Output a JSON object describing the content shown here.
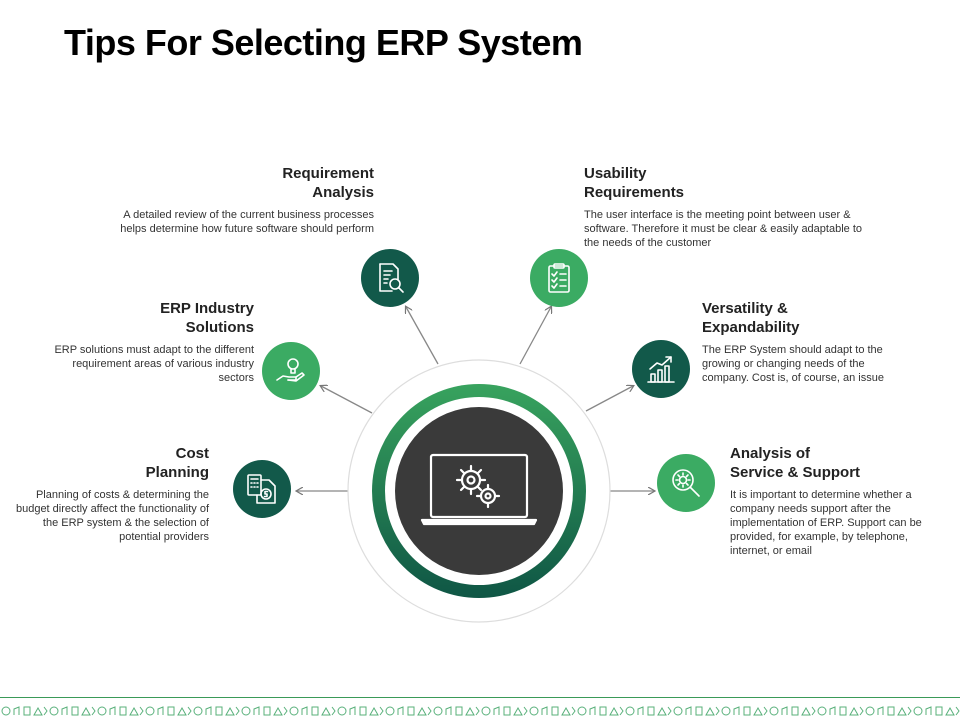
{
  "slide": {
    "title": "Tips For Selecting ERP System"
  },
  "colors": {
    "dark_green": "#12594a",
    "light_green": "#3bab63",
    "center_dark": "#3a3a3a"
  },
  "center": {
    "icon": "laptop-gears-icon"
  },
  "items": [
    {
      "title_line1": "Requirement",
      "title_line2": "Analysis",
      "description": "A detailed review of the current business processes helps determine how future software should perform",
      "icon": "document-search-icon"
    },
    {
      "title_line1": "Usability",
      "title_line2": "Requirements",
      "description": "The user interface is the meeting point between user & software. Therefore it must be clear & easily adaptable to the needs of the customer",
      "icon": "clipboard-checklist-icon"
    },
    {
      "title_line1": "ERP Industry",
      "title_line2": "Solutions",
      "description": "ERP solutions must adapt to the different requirement areas of various industry sectors",
      "icon": "hand-lightbulb-icon"
    },
    {
      "title_line1": "Versatility &",
      "title_line2": "Expandability",
      "description": "The ERP System should adapt to the growing or changing needs of the company. Cost is, of course, an issue",
      "icon": "growth-chart-icon"
    },
    {
      "title_line1": "Cost",
      "title_line2": "Planning",
      "description": "Planning of costs & determining the budget directly affect the functionality of the ERP system & the selection of potential providers",
      "icon": "calculator-invoice-icon"
    },
    {
      "title_line1": "Analysis of",
      "title_line2": "Service & Support",
      "description": "It is important to determine whether a company needs support after the implementation of ERP. Support can be provided, for example, by telephone, internet, or email",
      "icon": "magnifier-gear-icon"
    }
  ],
  "footer": {
    "decoration": "icon-pattern-strip"
  }
}
